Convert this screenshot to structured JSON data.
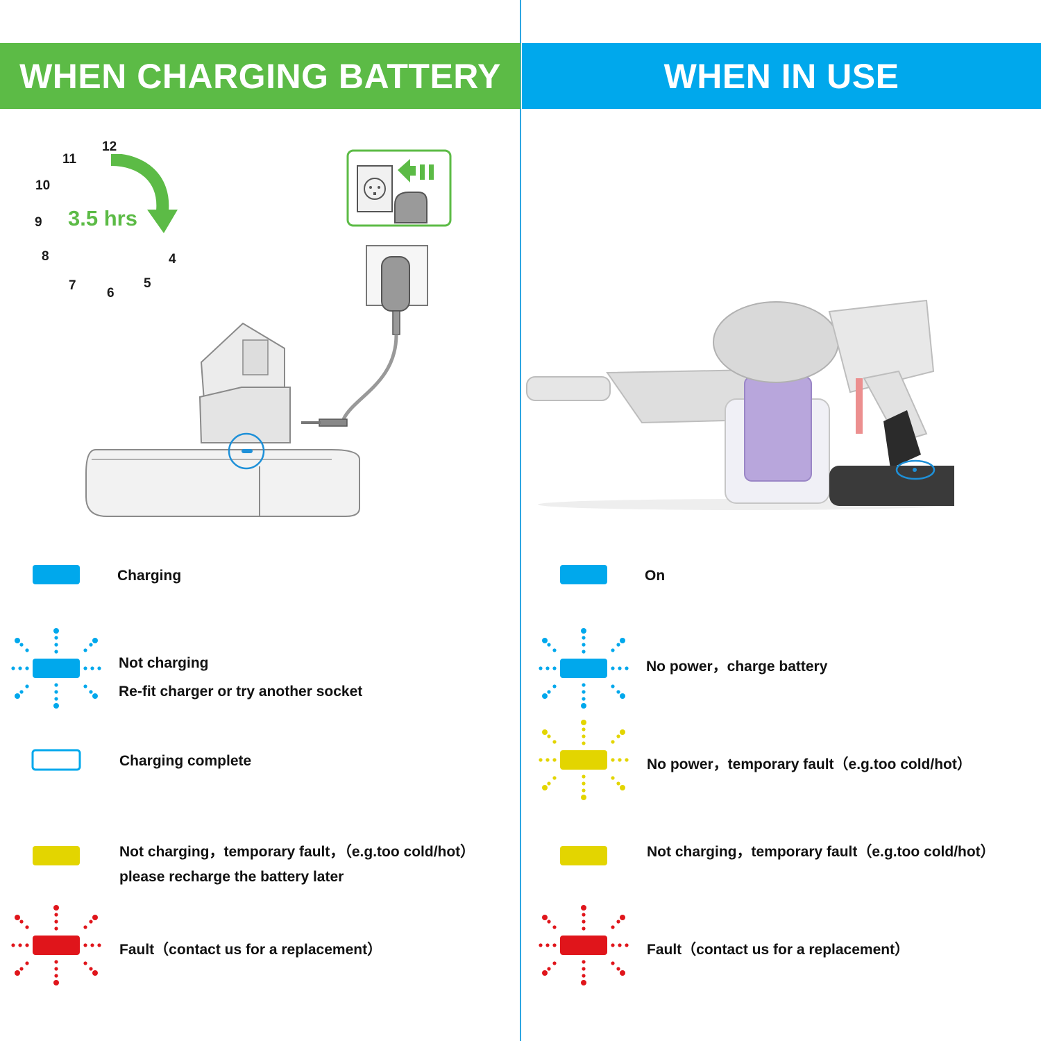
{
  "colors": {
    "green": "#5cbb46",
    "blue": "#00a8ec",
    "yellow": "#e3d500",
    "red": "#e0151b",
    "divider": "#2ea6e2"
  },
  "left_banner": {
    "title": "WHEN CHARGING BATTERY"
  },
  "right_banner": {
    "title": "WHEN IN USE"
  },
  "clock": {
    "numbers": [
      "12",
      "11",
      "10",
      "9",
      "8",
      "7",
      "6",
      "5",
      "4"
    ],
    "duration": "3.5 hrs",
    "arrow_icon": "curved-arrow-icon"
  },
  "charging_legend": [
    {
      "label": "Charging",
      "detail": "",
      "icon": "solid-led-icon",
      "color": "blue"
    },
    {
      "label": "Not charging",
      "detail": "Re-fit charger or try another socket",
      "icon": "flashing-led-icon",
      "color": "blue"
    },
    {
      "label": "Charging complete",
      "detail": "",
      "icon": "outline-led-icon",
      "color": "blue"
    },
    {
      "label": "Not charging，temporary fault，（e.g.too cold/hot）",
      "detail": "please recharge the battery later",
      "icon": "solid-led-icon",
      "color": "yellow"
    },
    {
      "label": "Fault（contact us for a replacement）",
      "detail": "",
      "icon": "flashing-led-icon",
      "color": "red"
    }
  ],
  "use_legend": [
    {
      "label": "On",
      "icon": "solid-led-icon",
      "color": "blue"
    },
    {
      "label": "No power，charge battery",
      "icon": "flashing-led-icon",
      "color": "blue"
    },
    {
      "label": "No power，temporary fault（e.g.too cold/hot）",
      "icon": "flashing-led-icon",
      "color": "yellow"
    },
    {
      "label": "Not charging，temporary fault（e.g.too cold/hot）",
      "icon": "solid-led-icon",
      "color": "yellow"
    },
    {
      "label": "Fault（contact us for a replacement）",
      "icon": "flashing-led-icon",
      "color": "red"
    }
  ]
}
